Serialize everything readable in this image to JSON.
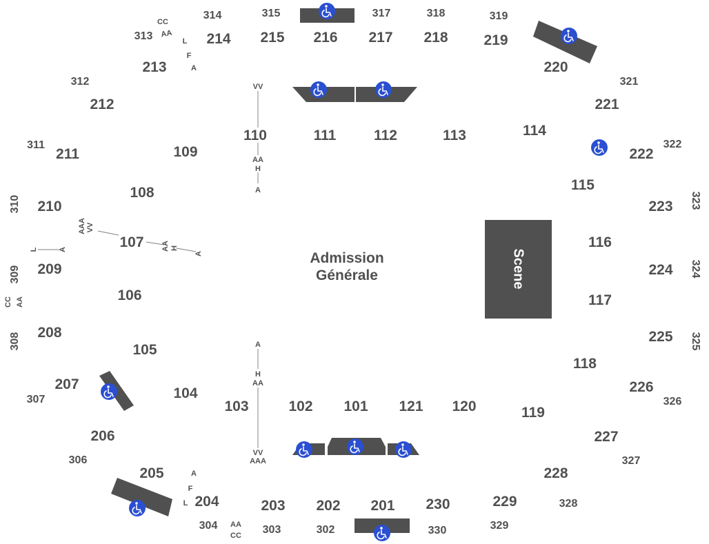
{
  "general_admission": {
    "line1": "Admission",
    "line2": "Générale"
  },
  "stage": {
    "label": "Scene"
  },
  "colors": {
    "text": "#505050",
    "block": "#505050",
    "accessible_circle": "#2a4fd1",
    "row_line": "#808080"
  },
  "icons": {
    "accessible": "wheelchair-icon"
  },
  "sections": {
    "lower": [
      "101",
      "102",
      "103",
      "104",
      "105",
      "106",
      "107",
      "108",
      "109",
      "110",
      "111",
      "112",
      "113",
      "114",
      "115",
      "116",
      "117",
      "118",
      "119",
      "120",
      "121"
    ],
    "mid": [
      "201",
      "202",
      "203",
      "204",
      "205",
      "206",
      "207",
      "208",
      "209",
      "210",
      "211",
      "212",
      "213",
      "214",
      "215",
      "216",
      "217",
      "218",
      "219",
      "220",
      "221",
      "222",
      "223",
      "224",
      "225",
      "226",
      "227",
      "228",
      "229",
      "230"
    ],
    "upper": [
      "302",
      "303",
      "304",
      "306",
      "307",
      "308",
      "309",
      "310",
      "311",
      "312",
      "313",
      "314",
      "315",
      "317",
      "318",
      "319",
      "321",
      "322",
      "323",
      "324",
      "325",
      "326",
      "327",
      "328",
      "329",
      "330"
    ]
  },
  "row_labels": {
    "top_center": [
      "VV",
      "AA",
      "H",
      "A"
    ],
    "bottom_center": [
      "A",
      "H",
      "AA",
      "VV",
      "AAA"
    ],
    "left_107": [
      "AAA",
      "VV",
      "AA",
      "H",
      "A"
    ],
    "left_209": [
      "L",
      "A"
    ],
    "left_cc": [
      "CC",
      "AA"
    ],
    "top_213": [
      "CC",
      "AA",
      "L",
      "F",
      "A"
    ],
    "bottom_204": [
      "A",
      "F",
      "L",
      "AA",
      "CC"
    ]
  }
}
